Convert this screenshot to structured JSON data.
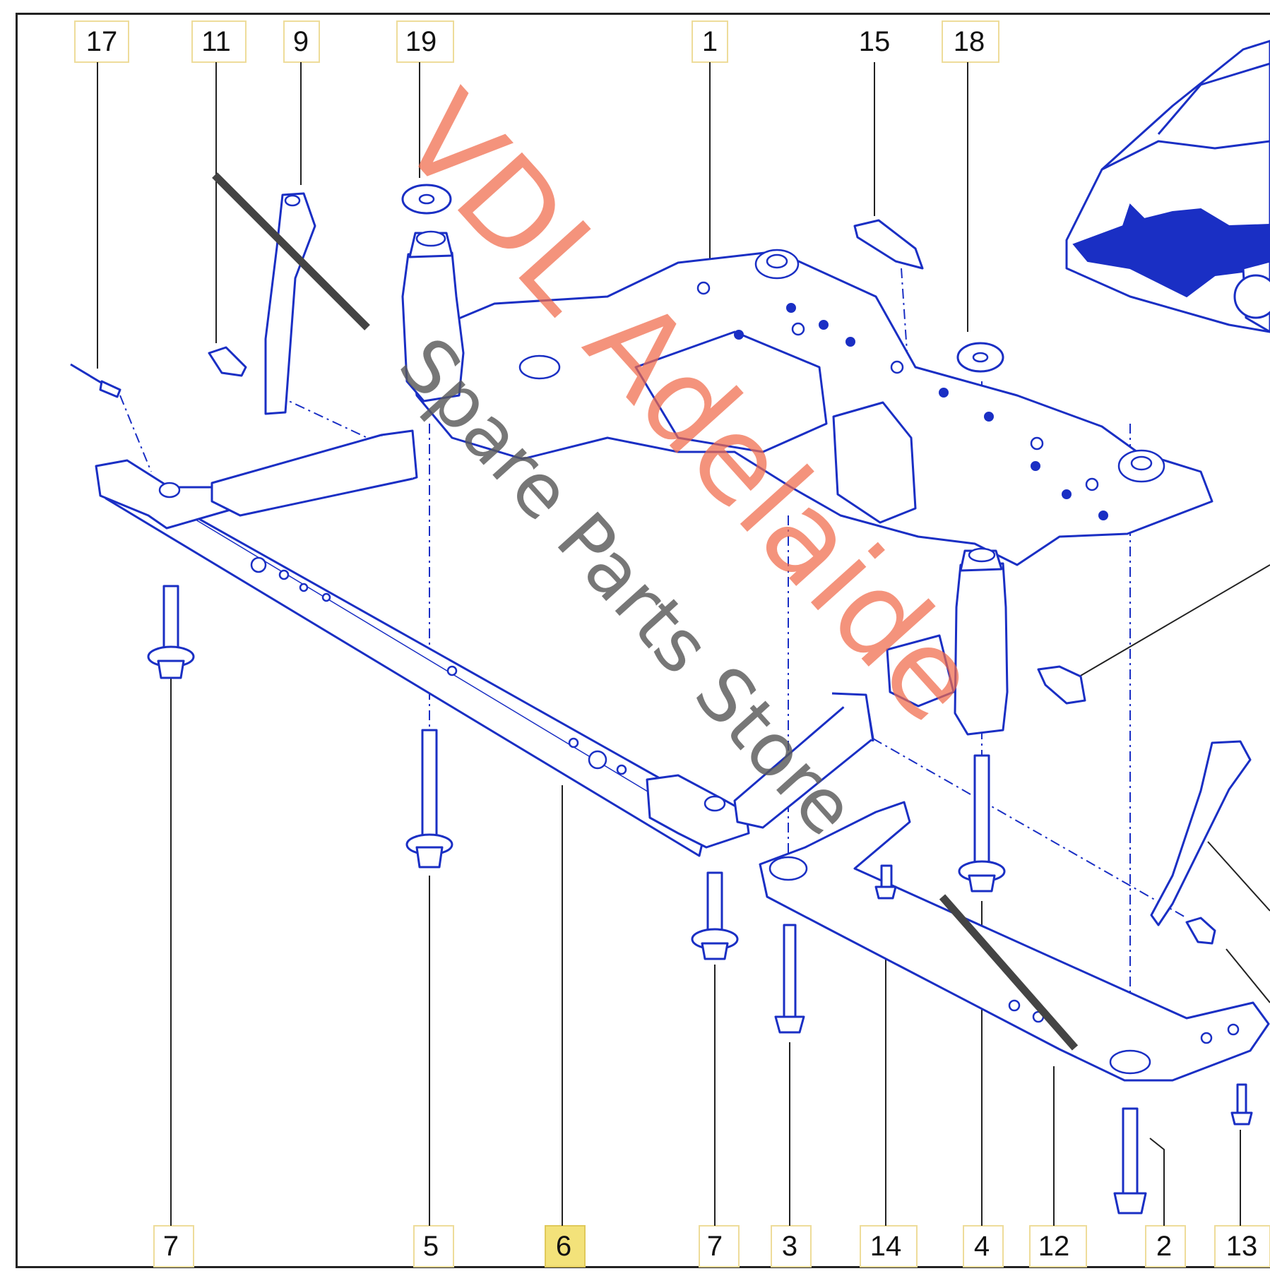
{
  "callouts_top": [
    "17",
    "11",
    "9",
    "19",
    "1",
    "15",
    "18"
  ],
  "callouts_bottom": [
    "7",
    "5",
    "6",
    "7",
    "3",
    "14",
    "4",
    "12",
    "2",
    "13"
  ],
  "selected_callout": "6",
  "watermark": {
    "line1": "VDL Adelaide",
    "line2": "Spare Parts Store"
  },
  "colors": {
    "drawing": "#1a2fc4",
    "highlight": "#f3e27a",
    "watermark_line1": "#f06a4a",
    "watermark_line2": "#5a5a5a"
  }
}
